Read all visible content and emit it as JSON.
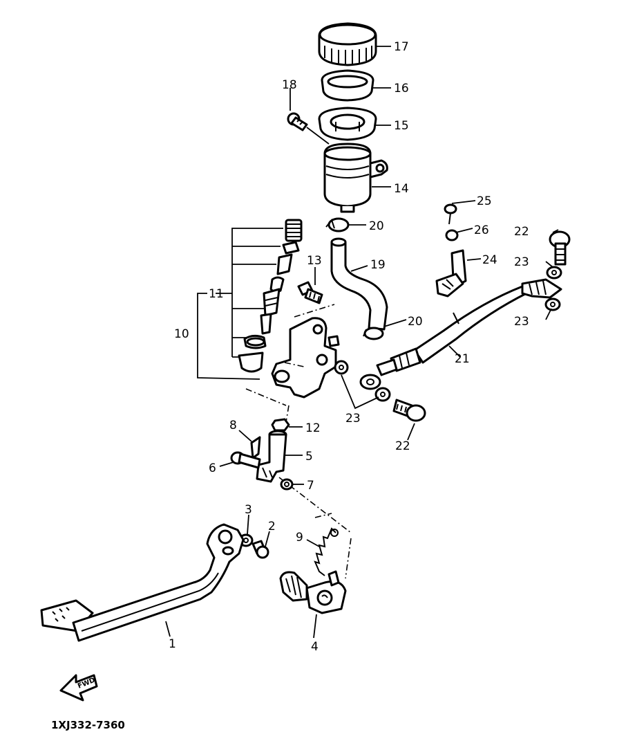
{
  "diagram": {
    "reference_code": "1XJ332-7360",
    "fwd_label": "FWD",
    "callouts": {
      "c1": "1",
      "c2": "2",
      "c3": "3",
      "c4": "4",
      "c5": "5",
      "c6": "6",
      "c7": "7",
      "c8": "8",
      "c9": "9",
      "c10": "10",
      "c11": "11",
      "c12": "12",
      "c13": "13",
      "c14": "14",
      "c15": "15",
      "c16": "16",
      "c17": "17",
      "c18": "18",
      "c19": "19",
      "c20": "20",
      "c21": "21",
      "c22": "22",
      "c23": "23",
      "c24": "24",
      "c25": "25",
      "c26": "26"
    }
  }
}
